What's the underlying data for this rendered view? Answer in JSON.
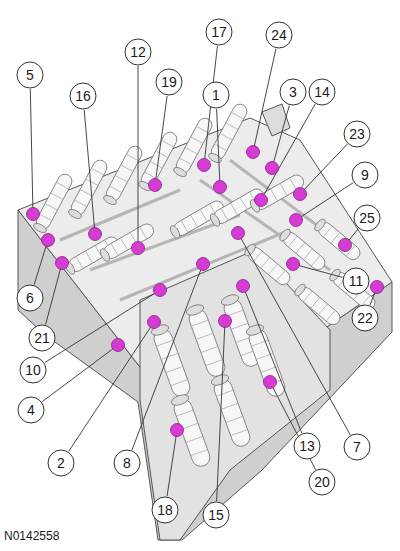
{
  "diagram": {
    "labels": [
      "17",
      "24",
      "12",
      "5",
      "19",
      "3",
      "14",
      "1",
      "16",
      "23",
      "9",
      "25",
      "11",
      "6",
      "22",
      "21",
      "10",
      "4",
      "13",
      "7",
      "2",
      "8",
      "20",
      "18",
      "15",
      "N0142558"
    ]
  }
}
